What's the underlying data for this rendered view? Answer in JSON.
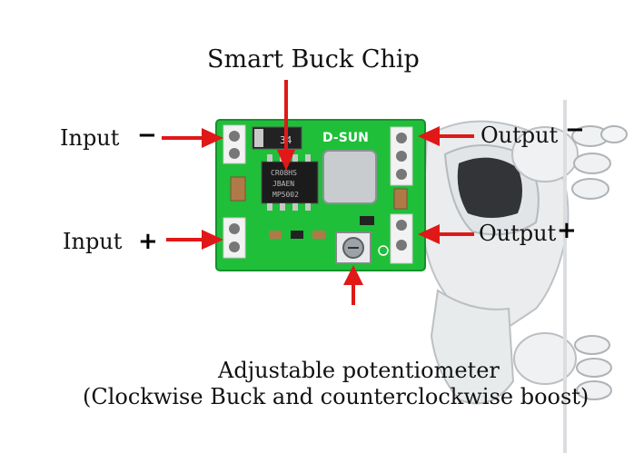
{
  "labels": {
    "chip": "Smart Buck Chip",
    "input": "Input",
    "output": "Output",
    "minus": "−",
    "plus": "+",
    "pot_line1": "Adjustable potentiometer",
    "pot_line2": "(Clockwise Buck and counterclockwise boost)"
  },
  "board": {
    "brand": "D-SUN",
    "chip_marking": [
      "CR08HS",
      "JBAEN",
      "MP5002"
    ],
    "diode_marking": "34",
    "color": "#1fbf3a",
    "arrow_color": "#e01818"
  }
}
